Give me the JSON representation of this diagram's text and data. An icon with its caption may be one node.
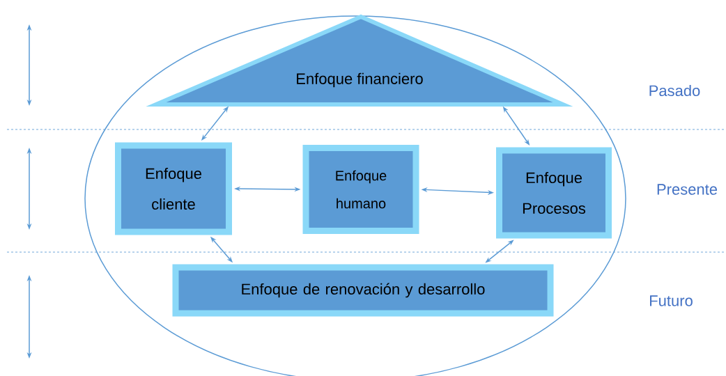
{
  "diagram": {
    "nodes": [
      {
        "text": [
          "Enfoque financiero"
        ]
      },
      {
        "text": [
          "Enfoque cliente"
        ]
      },
      {
        "text": [
          "Enfoque humano"
        ]
      },
      {
        "text": [
          "Enfoque Procesos"
        ]
      },
      {
        "text": [
          "Enfoque de renovación y desarrollo"
        ]
      }
    ],
    "edges": [
      {
        "from": 0,
        "to": 1,
        "arrow": "both"
      },
      {
        "from": 0,
        "to": 3,
        "arrow": "both"
      },
      {
        "from": 1,
        "to": 2,
        "arrow": "both"
      },
      {
        "from": 2,
        "to": 3,
        "arrow": "both"
      },
      {
        "from": 1,
        "to": 4,
        "arrow": "both"
      },
      {
        "from": 3,
        "to": 4,
        "arrow": "both"
      }
    ],
    "labels": [
      "Pasado",
      "Presente",
      "Futuro"
    ]
  }
}
